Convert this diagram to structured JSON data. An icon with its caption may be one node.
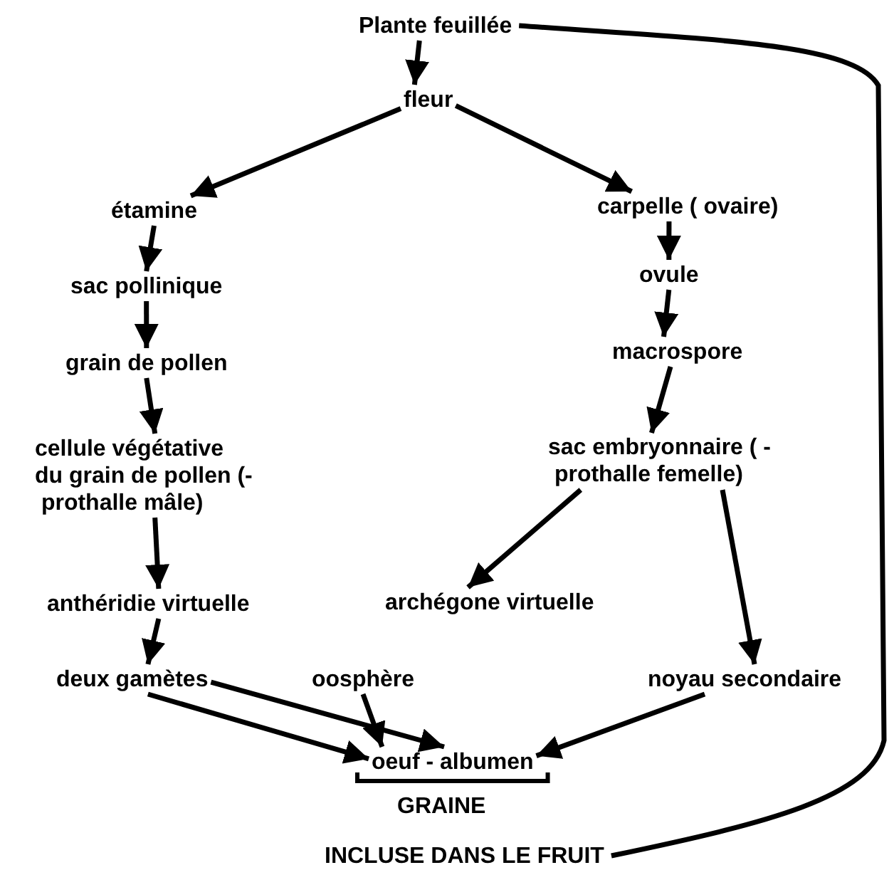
{
  "diagram": {
    "nodes": [
      {
        "text": [
          "Plante feuillée"
        ]
      },
      {
        "text": [
          "fleur"
        ]
      },
      {
        "text": [
          "étamine"
        ]
      },
      {
        "text": [
          "carpelle ( ovaire)"
        ]
      },
      {
        "text": [
          "sac pollinique"
        ]
      },
      {
        "text": [
          "grain de pollen"
        ]
      },
      {
        "text": [
          "cellule végétative du grain de pollen (- prothalle mâle)"
        ]
      },
      {
        "text": [
          "anthéridie virtuelle"
        ]
      },
      {
        "text": [
          "deux gamètes"
        ]
      },
      {
        "text": [
          "ovule"
        ]
      },
      {
        "text": [
          "macrospore"
        ]
      },
      {
        "text": [
          "sac embryonnaire ( - prothalle femelle)"
        ]
      },
      {
        "text": [
          "archégone virtuelle"
        ]
      },
      {
        "text": [
          "oosphère"
        ]
      },
      {
        "text": [
          "noyau secondaire"
        ]
      },
      {
        "text": [
          "oeuf - albumen"
        ]
      },
      {
        "text": [
          "INCLUSE DANS LE FRUIT"
        ]
      }
    ],
    "edges": [
      {
        "from": 0,
        "to": 1,
        "arrow": "to"
      },
      {
        "from": 1,
        "to": 2,
        "arrow": "to"
      },
      {
        "from": 1,
        "to": 3,
        "arrow": "to"
      },
      {
        "from": 2,
        "to": 4,
        "arrow": "to"
      },
      {
        "from": 4,
        "to": 5,
        "arrow": "to"
      },
      {
        "from": 5,
        "to": 6,
        "arrow": "to"
      },
      {
        "from": 6,
        "to": 7,
        "arrow": "to"
      },
      {
        "from": 7,
        "to": 8,
        "arrow": "to"
      },
      {
        "from": 3,
        "to": 9,
        "arrow": "to"
      },
      {
        "from": 9,
        "to": 10,
        "arrow": "to"
      },
      {
        "from": 10,
        "to": 11,
        "arrow": "to"
      },
      {
        "from": 11,
        "to": 12,
        "arrow": "to"
      },
      {
        "from": 11,
        "to": 14,
        "arrow": "to"
      },
      {
        "from": 8,
        "to": 15,
        "arrow": "to"
      },
      {
        "from": 8,
        "to": 15,
        "arrow": "to"
      },
      {
        "from": 13,
        "to": 15,
        "arrow": "to"
      },
      {
        "from": 14,
        "to": 15,
        "arrow": "to"
      },
      {
        "from": 0,
        "to": 16,
        "arrow": "none"
      }
    ],
    "labels": [
      "GRAINE"
    ]
  }
}
